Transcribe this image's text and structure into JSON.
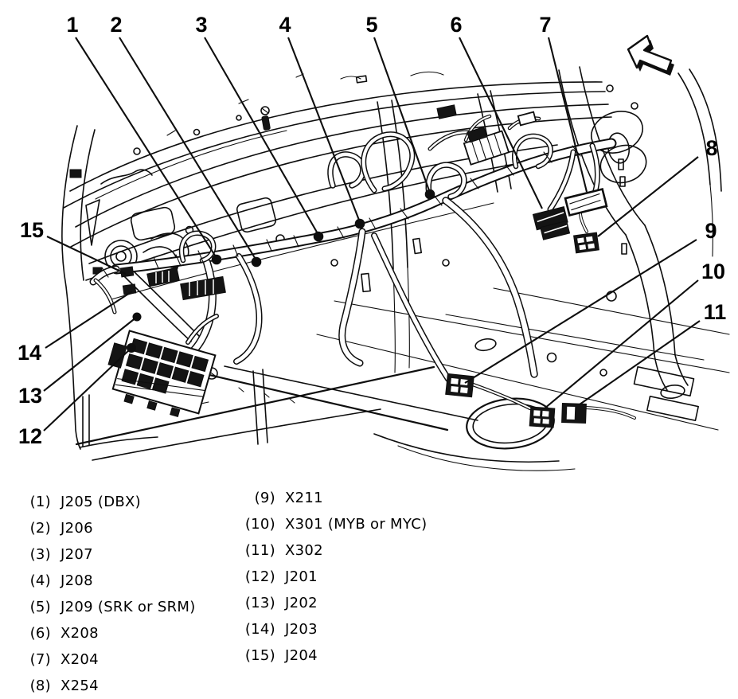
{
  "figure": {
    "description": "Instrument panel body wiring harness routing view",
    "background_color": "#ffffff",
    "line_color": "#0e0e0e"
  },
  "icons": {
    "direction_arrow": "front-of-vehicle arrow pointing upper-left"
  },
  "callout_numbers": [
    "1",
    "2",
    "3",
    "4",
    "5",
    "6",
    "7",
    "8",
    "9",
    "10",
    "11",
    "12",
    "13",
    "14",
    "15"
  ],
  "legend": {
    "column1": [
      {
        "num": "(1)",
        "label": "J205 (DBX)"
      },
      {
        "num": "(2)",
        "label": "J206"
      },
      {
        "num": "(3)",
        "label": "J207"
      },
      {
        "num": "(4)",
        "label": "J208"
      },
      {
        "num": "(5)",
        "label": "J209 (SRK or SRM)"
      },
      {
        "num": "(6)",
        "label": "X208"
      },
      {
        "num": "(7)",
        "label": "X204"
      },
      {
        "num": "(8)",
        "label": "X254"
      }
    ],
    "column2": [
      {
        "num": "(9)",
        "label": "X211"
      },
      {
        "num": "(10)",
        "label": "X301 (MYB or MYC)"
      },
      {
        "num": "(11)",
        "label": "X302"
      },
      {
        "num": "(12)",
        "label": "J201"
      },
      {
        "num": "(13)",
        "label": "J202"
      },
      {
        "num": "(14)",
        "label": "J203"
      },
      {
        "num": "(15)",
        "label": "J204"
      }
    ]
  }
}
